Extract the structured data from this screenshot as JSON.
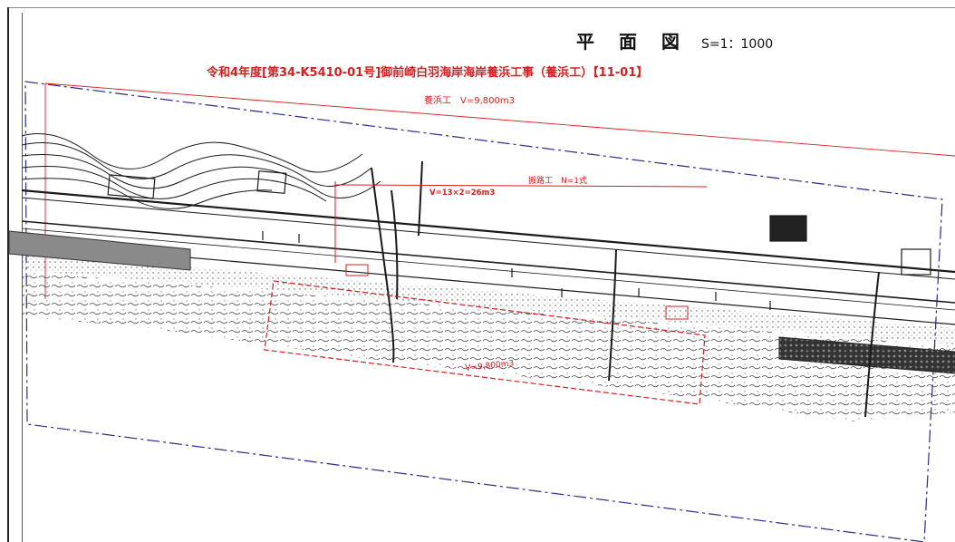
{
  "drawing": {
    "title": "平 面 図",
    "scale": "S=1：1000"
  },
  "project": {
    "title": "令和4年度[第34-K5410-01号]御前崎白羽海岸海岸養浜工事（養浜工）【11-01】"
  },
  "annotations": {
    "nourishment": "養浜工　V=9,800m3",
    "access_path": "搬路工　N=1式",
    "works": [
      "",
      "",
      "",
      "V=13×2=26m3"
    ],
    "sand_placement": "V=9,800m3"
  },
  "colors": {
    "work_area": "#d42020",
    "boundary": "#2a2a8a",
    "linework": "#1a1a1a",
    "sand": "#6a6a6a"
  }
}
